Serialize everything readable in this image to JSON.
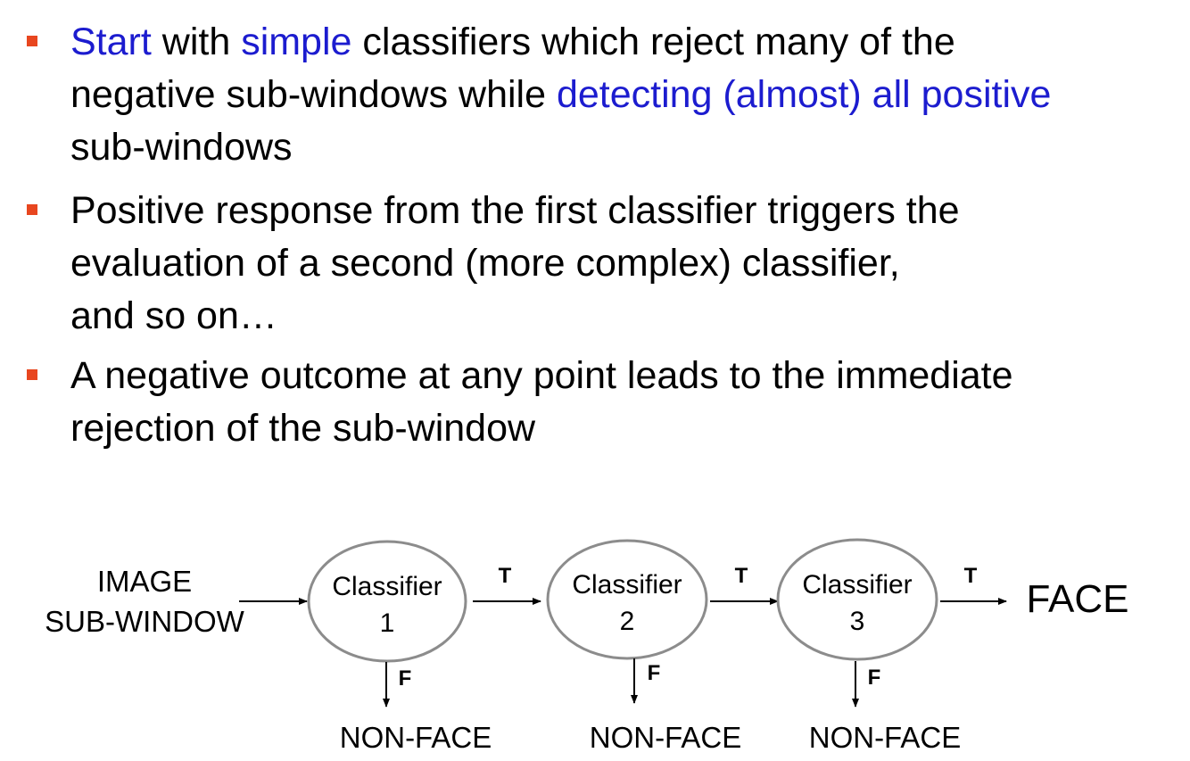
{
  "bullets": [
    {
      "lines": [
        [
          {
            "text": "Start",
            "hl": true
          },
          {
            "text": " with ",
            "hl": false
          },
          {
            "text": "simple",
            "hl": true
          },
          {
            "text": " classifiers which reject many of the",
            "hl": false
          }
        ],
        [
          {
            "text": "negative sub-windows while ",
            "hl": false
          },
          {
            "text": "detecting (almost) all positive",
            "hl": true
          }
        ],
        [
          {
            "text": "sub-windows",
            "hl": false
          }
        ]
      ]
    },
    {
      "lines": [
        [
          {
            "text": "Positive response from the first classifier triggers the",
            "hl": false
          }
        ],
        [
          {
            "text": "evaluation of a second (more complex) classifier,",
            "hl": false
          }
        ],
        [
          {
            "text": "and so on…",
            "hl": false
          }
        ]
      ]
    },
    {
      "lines": [
        [
          {
            "text": "A negative outcome at any point leads to the immediate",
            "hl": false
          }
        ],
        [
          {
            "text": "rejection of the sub-window",
            "hl": false
          }
        ]
      ]
    }
  ],
  "colors": {
    "bullet_marker": "#e8461f",
    "highlight": "#1c1ccf",
    "node_border": "#8c8c8c"
  },
  "diagram": {
    "input_label_line1": "IMAGE",
    "input_label_line2": "SUB-WINDOW",
    "nodes": [
      {
        "label": "Classifier",
        "number": "1",
        "true_label": "T",
        "false_label": "F",
        "reject_label": "NON-FACE"
      },
      {
        "label": "Classifier",
        "number": "2",
        "true_label": "T",
        "false_label": "F",
        "reject_label": "NON-FACE"
      },
      {
        "label": "Classifier",
        "number": "3",
        "true_label": "T",
        "false_label": "F",
        "reject_label": "NON-FACE"
      }
    ],
    "output_label": "FACE"
  }
}
